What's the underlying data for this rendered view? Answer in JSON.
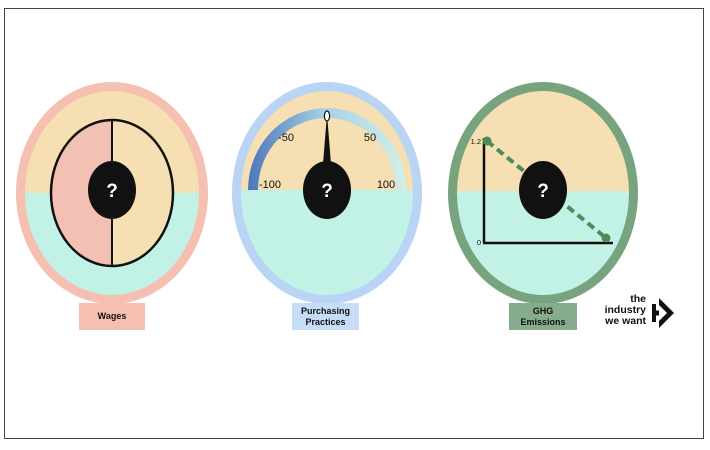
{
  "colors": {
    "peach": "#f5dfb3",
    "mint": "#c2f2e6",
    "wages_ring": "#f5c0b2",
    "wages_half": "#f3c1b3",
    "purchasing_ring": "#b9d4f5",
    "ghg_ring": "#77a37e",
    "ghg_line": "#4e8a5c",
    "dark": "#111111"
  },
  "gauges": [
    {
      "id": "wages",
      "label": "Wages",
      "center_mark": "?"
    },
    {
      "id": "purchasing",
      "label": "Purchasing Practices",
      "label_lines": [
        "Purchasing",
        "Practices"
      ],
      "center_mark": "?",
      "scale_labels": [
        "-100",
        "-50",
        "50",
        "100"
      ],
      "scale_min": -100,
      "scale_max": 100,
      "needle_value": 0
    },
    {
      "id": "ghg",
      "label": "GHG Emissions",
      "label_lines": [
        "GHG",
        "Emissions"
      ],
      "center_mark": "?",
      "y_tick_labels": [
        "1.2",
        "0"
      ],
      "trend": {
        "y_start": 1.2,
        "y_end": 0
      }
    }
  ],
  "logo": {
    "lines": [
      "the",
      "industry",
      "we want"
    ],
    "icon": "chevron-arrow-icon"
  }
}
